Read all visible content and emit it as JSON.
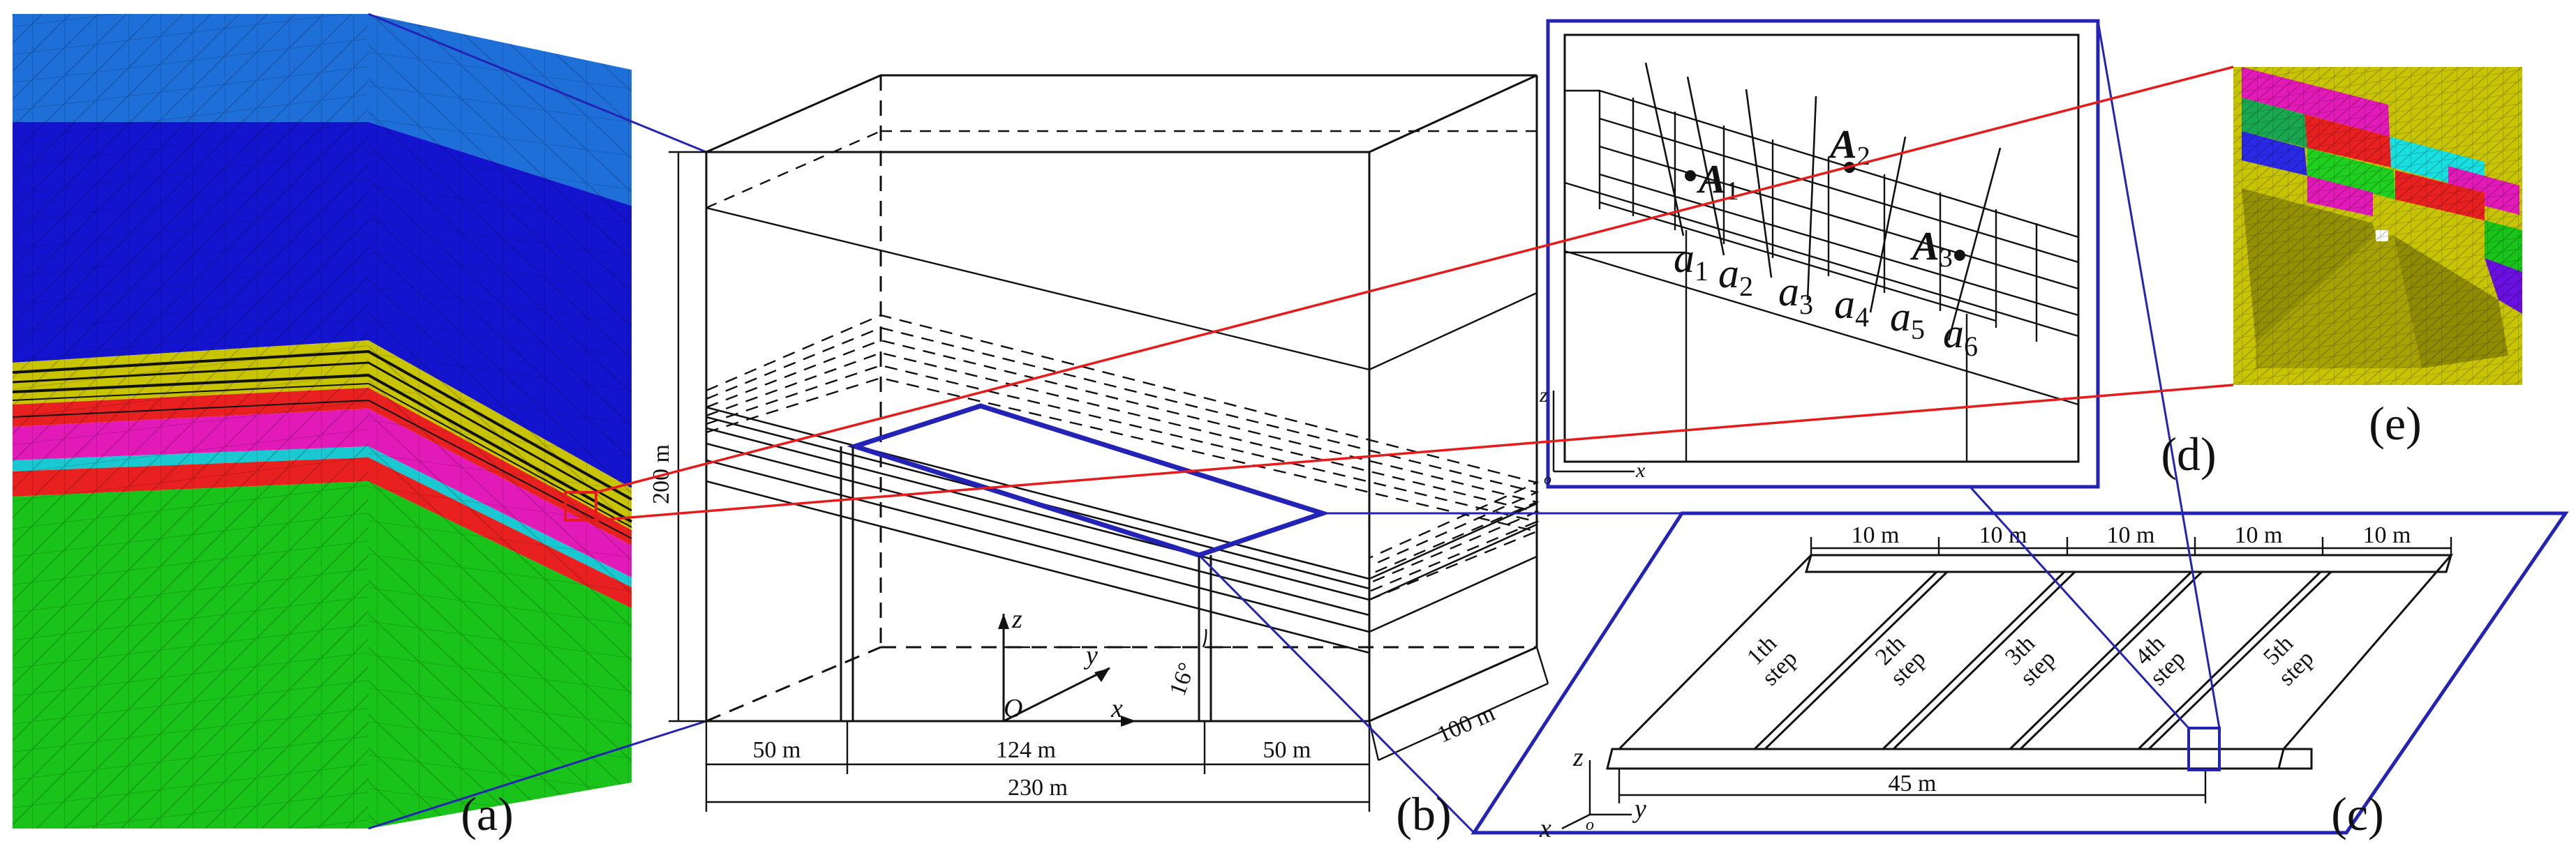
{
  "figure": {
    "panel_labels": [
      "(a)",
      "(b)",
      "(c)",
      "(d)",
      "(e)"
    ],
    "colors": {
      "frame_blue": "#2323b5",
      "callout_red": "#e41c1c",
      "layer_sky": "#1e6fd8",
      "layer_navy": "#1414cf",
      "layer_olive": "#c8c400",
      "layer_red": "#e82020",
      "layer_magenta": "#e21ab8",
      "layer_cyan": "#19c8d0",
      "layer_green": "#19c319"
    },
    "panel_b": {
      "height_label": "200 m",
      "width_labels": [
        "50 m",
        "124 m",
        "50 m"
      ],
      "total_width": "230 m",
      "depth_label": "100 m",
      "angle_label": "16°",
      "axes": {
        "z": "z",
        "y": "y",
        "x": "x",
        "origin": "O"
      }
    },
    "panel_c": {
      "segment_labels": [
        "10 m",
        "10 m",
        "10 m",
        "10 m",
        "10 m"
      ],
      "steps": [
        {
          "top": "1th",
          "bottom": "step"
        },
        {
          "top": "2th",
          "bottom": "step"
        },
        {
          "top": "3th",
          "bottom": "step"
        },
        {
          "top": "4th",
          "bottom": "step"
        },
        {
          "top": "5th",
          "bottom": "step"
        }
      ],
      "length_label": "45 m",
      "axes": {
        "z": "z",
        "y": "y",
        "x": "x",
        "origin": "o"
      }
    },
    "panel_d": {
      "points": [
        {
          "main": "A",
          "sub": "1"
        },
        {
          "main": "A",
          "sub": "2"
        },
        {
          "main": "A",
          "sub": "3"
        }
      ],
      "lines": [
        {
          "main": "a",
          "sub": "1"
        },
        {
          "main": "a",
          "sub": "2"
        },
        {
          "main": "a",
          "sub": "3"
        },
        {
          "main": "a",
          "sub": "4"
        },
        {
          "main": "a",
          "sub": "5"
        },
        {
          "main": "a",
          "sub": "6"
        }
      ],
      "axes": {
        "z": "z",
        "x": "x",
        "origin": "o"
      }
    }
  }
}
